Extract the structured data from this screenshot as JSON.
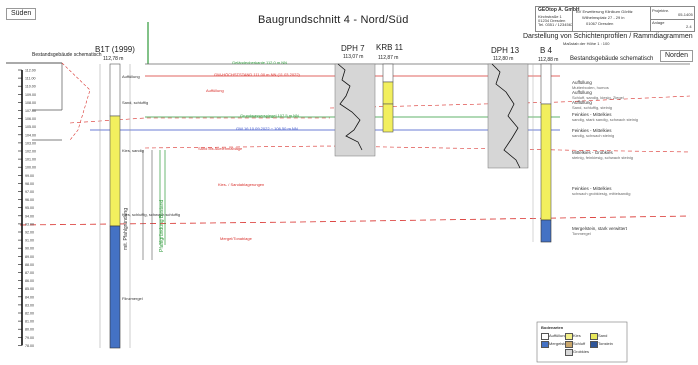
{
  "header": {
    "direction_left": "Süden",
    "direction_right": "Norden",
    "title": "Baugrundschnitt 4 -  Nord/Süd",
    "subtitle": "Darstellung von Schichtenprofilen / Rammdiagrammen",
    "scale_note": "Maßstab der Höhe 1 : 100"
  },
  "title_block": {
    "company": "GEOtop A. GmbH",
    "company_lines": [
      "Kirchstraße 1",
      "01234 Dresden",
      "Tel. 0351 / 1234567"
    ],
    "project_lines": [
      "BV Erweiterung Klinikum Görlitz",
      "Wilhelmsplatz 27 - 29 in",
      "01067 Dresden"
    ],
    "label_project": "Projektnr.",
    "value_project": "05-1405",
    "label_attachment": "Anlage",
    "value_attachment": "2.4"
  },
  "building_labels": {
    "left": "Bestandsgebäude schematisch",
    "right": "Bestandsgebäude schematisch"
  },
  "boreholes": [
    {
      "name": "B1T (1999)",
      "elevation": "112,78 m"
    },
    {
      "name": "DPH 7",
      "elevation": "113,07 m"
    },
    {
      "name": "KRB 11",
      "elevation": "112,87 m"
    },
    {
      "name": "DPH 13",
      "elevation": "112,80 m"
    },
    {
      "name": "B 4",
      "elevation": "112,88 m"
    }
  ],
  "elevation_ticks": [
    "112.00",
    "111.00",
    "110.00",
    "109.00",
    "108.00",
    "107.00",
    "106.00",
    "105.00",
    "104.00",
    "103.00",
    "102.00",
    "101.00",
    "100.00",
    "99.00",
    "98.00",
    "97.00",
    "96.00",
    "95.00",
    "94.00",
    "93.00",
    "92.00",
    "91.00",
    "90.00",
    "89.00",
    "88.00",
    "87.00",
    "86.00",
    "85.00",
    "84.00",
    "83.00",
    "82.00",
    "81.00",
    "80.00",
    "79.00",
    "78.00"
  ],
  "horizon_labels": {
    "gelaende": "Geländeoberkante 112,0 m NN",
    "red_line": "GW-HÖCHSTSTAND 111,00 m NN (11.03.2022)",
    "auffuellung": "Auffüllung",
    "green_line": "Grundwasserspiegel 107,5 m NN",
    "blue_line": "GW 16.10.09.2022 ~ 106,50 m NN",
    "sand": "Sand bis Auelehmablage",
    "kies": "Kies- / Sandablagerungen",
    "mergel": "Mergel/Tonablage"
  },
  "layers_right": [
    {
      "name": "Auffüllung",
      "desc": "Mutterboden, humos"
    },
    {
      "name": "Auffüllung",
      "desc": "Schluff, sandig, kiesig, Ziegel"
    },
    {
      "name": "Auffüllung",
      "desc": "Sand, schluffig, steinig"
    },
    {
      "name": "Feinkies - Mittelkies",
      "desc": "sandig, stark sandig, schwach steinig"
    },
    {
      "name": "Feinkies - Mittelkies",
      "desc": "sandig, schwach steinig"
    },
    {
      "name": "Mittelkies - Grobkies",
      "desc": "steinig, feinkiesig, schwach steinig"
    },
    {
      "name": "Feinkies - Mittelkies",
      "desc": "schwach grobkiesig, mittelsandig"
    },
    {
      "name": "Mergelstein, stark verwittert",
      "desc": "Tonmergel"
    }
  ],
  "b1t_notes": [
    "Auffüllung",
    "Sand, schluffig",
    "Kies, sandig",
    "Kies, schluffig, schwach schluffig",
    "Flinzmergel"
  ],
  "pile_labels": [
    "mit. Pfahlgründung",
    "Pfahlgründung Bestand"
  ],
  "legend": {
    "title": "Bodenarten",
    "items": [
      {
        "label": "Auffüllung",
        "color": "#ffffff"
      },
      {
        "label": "Mergelstein",
        "color": "#4472c4"
      },
      {
        "label": "Kies",
        "color": "#f2ef8a"
      },
      {
        "label": "Schluff",
        "color": "#c9a66b"
      },
      {
        "label": "Sand",
        "color": "#e8e85a"
      },
      {
        "label": "Grobkies",
        "color": "#d8d8d8"
      },
      {
        "label": "Tonstein",
        "color": "#2f5597"
      }
    ]
  },
  "colors": {
    "blue_layer": "#4472c4",
    "yellow_layer": "#f2ef5e",
    "red_line": "#d9302c",
    "green_line": "#2e9a3a",
    "blue_line": "#3a52c9",
    "column_grey": "#c9c9c9"
  }
}
